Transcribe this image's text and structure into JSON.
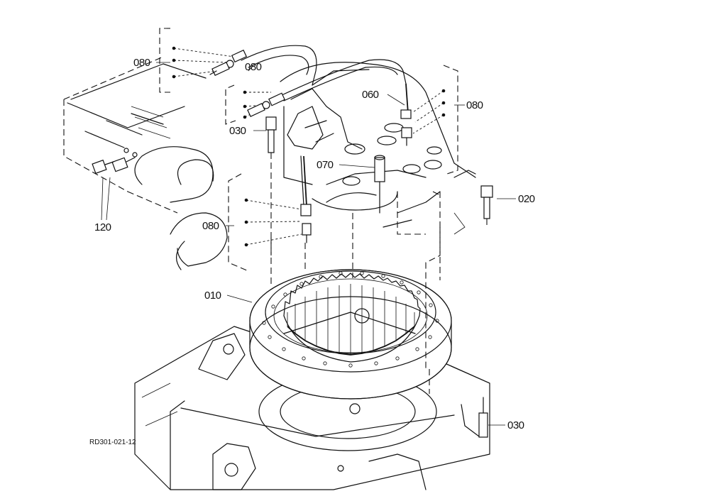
{
  "callouts": {
    "c080_top_left": "080",
    "c080_top_mid": "080",
    "c080_right": "080",
    "c080_left_lower": "080",
    "c060": "060",
    "c030_upper": "030",
    "c070": "070",
    "c020": "020",
    "c120": "120",
    "c010": "010",
    "c030_lower": "030"
  },
  "reference_code": "RD301-021-12",
  "colors": {
    "ink": "#111111",
    "paper": "#ffffff"
  }
}
